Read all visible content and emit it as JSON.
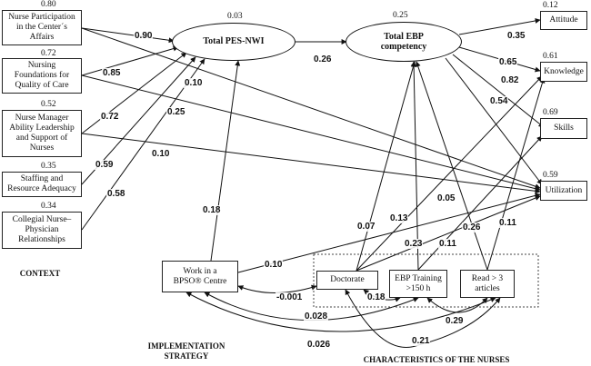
{
  "context_nodes": [
    {
      "id": "participation",
      "label": "Nurse Participation\nin the Center´s\nAffairs",
      "r2": "0.80"
    },
    {
      "id": "foundations",
      "label": "Nursing\nFoundations for\nQuality of Care",
      "r2": "0.72"
    },
    {
      "id": "manager",
      "label": "Nurse Manager\nAbility Leadership\nand Support of\nNurses",
      "r2": "0.52"
    },
    {
      "id": "staffing",
      "label": "Staffing and\nResource Adequacy",
      "r2": "0.35"
    },
    {
      "id": "collegial",
      "label": "Collegial Nurse–\nPhysician\nRelationships",
      "r2": "0.34"
    }
  ],
  "latent_nodes": [
    {
      "id": "pes",
      "label": "Total PES-NWI",
      "r2": "0.03"
    },
    {
      "id": "ebp",
      "label": "Total EBP\ncompetency",
      "r2": "0.25"
    }
  ],
  "outcome_nodes": [
    {
      "id": "attitude",
      "label": "Attitude",
      "r2": "0.12"
    },
    {
      "id": "knowledge",
      "label": "Knowledge",
      "r2": "0.61"
    },
    {
      "id": "skills",
      "label": "Skills",
      "r2": "0.69"
    },
    {
      "id": "utilization",
      "label": "Utilization",
      "r2": "0.59"
    }
  ],
  "implementation_node": {
    "id": "bpso",
    "label": "Work in a\nBPSO® Centre"
  },
  "nurse_nodes": [
    {
      "id": "doctorate",
      "label": "Doctorate"
    },
    {
      "id": "training",
      "label": "EBP Training\n>150 h"
    },
    {
      "id": "read",
      "label": "Read > 3\narticles"
    }
  ],
  "section_labels": {
    "context": "CONTEXT",
    "implementation": "IMPLEMENTATION\nSTRATEGY",
    "characteristics": "CHARACTERISTICS OF THE NURSES"
  },
  "paths": [
    {
      "from": "participation",
      "to": "pes",
      "coef": "0.90"
    },
    {
      "from": "foundations",
      "to": "pes",
      "coef": "0.85"
    },
    {
      "from": "manager",
      "to": "pes",
      "coef": "0.72"
    },
    {
      "from": "staffing",
      "to": "pes",
      "coef": "0.59"
    },
    {
      "from": "collegial",
      "to": "pes",
      "coef": "0.58"
    },
    {
      "from": "participation",
      "to": "utilization",
      "coef": "0.10"
    },
    {
      "from": "foundations",
      "to": "utilization",
      "coef": "0.25"
    },
    {
      "from": "manager",
      "to": "utilization",
      "coef": "0.10"
    },
    {
      "from": "pes",
      "to": "ebp",
      "coef": "0.26"
    },
    {
      "from": "ebp",
      "to": "attitude",
      "coef": "0.35"
    },
    {
      "from": "ebp",
      "to": "knowledge",
      "coef": "0.65"
    },
    {
      "from": "ebp",
      "to": "skills",
      "coef": "0.82"
    },
    {
      "from": "ebp",
      "to": "utilization",
      "coef": "0.54"
    },
    {
      "from": "bpso",
      "to": "pes",
      "coef": "0.18"
    },
    {
      "from": "bpso",
      "to": "utilization",
      "coef": "0.10"
    },
    {
      "from": "doctorate",
      "to": "ebp",
      "coef": "0.07"
    },
    {
      "from": "doctorate",
      "to": "knowledge",
      "coef": "0.13"
    },
    {
      "from": "doctorate",
      "to": "utilization",
      "coef": "0.05"
    },
    {
      "from": "training",
      "to": "ebp",
      "coef": "0.23"
    },
    {
      "from": "training",
      "to": "skills",
      "coef": "0.11"
    },
    {
      "from": "read",
      "to": "ebp",
      "coef": "0.26"
    },
    {
      "from": "read",
      "to": "knowledge",
      "coef": "0.11"
    }
  ],
  "correlations": [
    {
      "a": "bpso",
      "b": "doctorate",
      "coef": "-0.001"
    },
    {
      "a": "doctorate",
      "b": "training",
      "coef": "0.18"
    },
    {
      "a": "bpso",
      "b": "training",
      "coef": "0.028"
    },
    {
      "a": "training",
      "b": "read",
      "coef": "0.29"
    },
    {
      "a": "bpso",
      "b": "read",
      "coef": "0.026"
    },
    {
      "a": "doctorate",
      "b": "read",
      "coef": "0.21"
    }
  ]
}
